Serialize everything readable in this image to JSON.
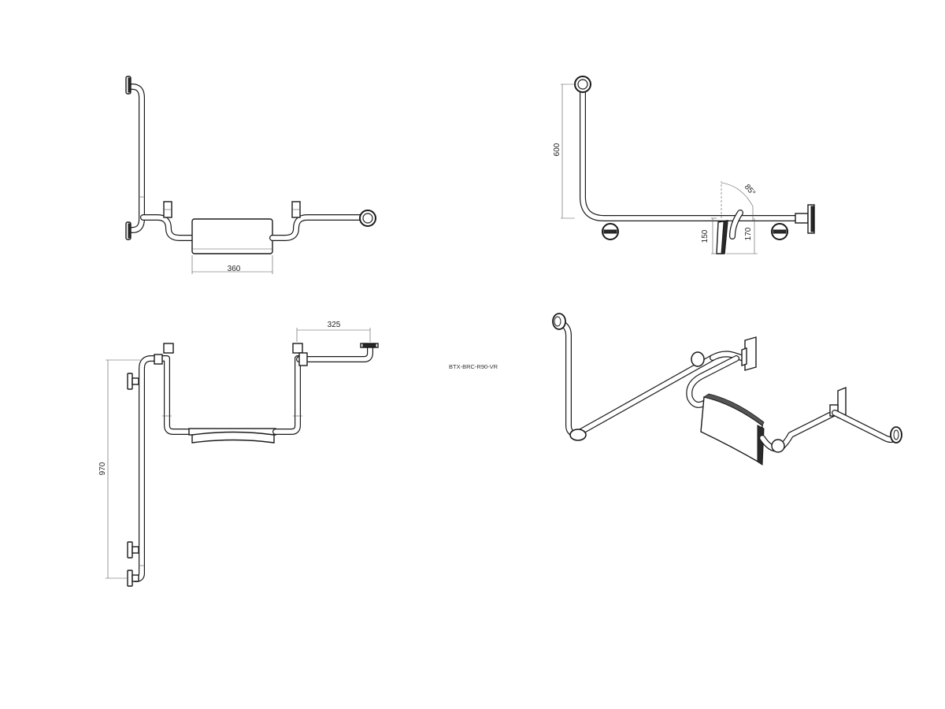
{
  "drawing": {
    "product_code": "BTX-BRC-R90-VR",
    "dimensions": {
      "seat_width": "360",
      "horizontal_reach": "325",
      "vertical_height_front": "970",
      "vertical_height_top": "600",
      "angle": "85°",
      "offset_a": "150",
      "offset_b": "170"
    }
  }
}
